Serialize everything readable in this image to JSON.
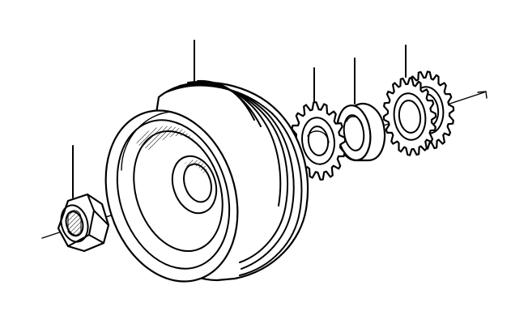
{
  "diagram": {
    "parts": [
      {
        "name": "hex-nut",
        "reference_line": true
      },
      {
        "name": "pulley",
        "reference_line": true
      },
      {
        "name": "small-sprocket",
        "reference_line": true
      },
      {
        "name": "spacer-ring",
        "reference_line": true
      },
      {
        "name": "double-sprocket",
        "reference_line": true
      }
    ],
    "colors": {
      "line": "#000000",
      "background": "#ffffff"
    }
  }
}
